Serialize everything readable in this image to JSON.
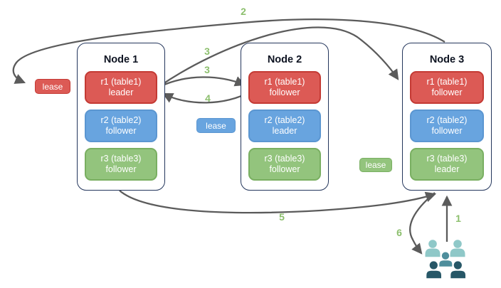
{
  "nodes": [
    {
      "title": "Node 1",
      "replicas": [
        {
          "name": "r1 (table1)",
          "role": "leader",
          "color": "red"
        },
        {
          "name": "r2 (table2)",
          "role": "follower",
          "color": "blue"
        },
        {
          "name": "r3 (table3)",
          "role": "follower",
          "color": "green"
        }
      ]
    },
    {
      "title": "Node 2",
      "replicas": [
        {
          "name": "r1 (table1)",
          "role": "follower",
          "color": "red"
        },
        {
          "name": "r2 (table2)",
          "role": "leader",
          "color": "blue"
        },
        {
          "name": "r3 (table3)",
          "role": "follower",
          "color": "green"
        }
      ]
    },
    {
      "title": "Node 3",
      "replicas": [
        {
          "name": "r1 (table1)",
          "role": "follower",
          "color": "red"
        },
        {
          "name": "r2 (table2)",
          "role": "follower",
          "color": "blue"
        },
        {
          "name": "r3 (table3)",
          "role": "leader",
          "color": "green"
        }
      ]
    }
  ],
  "leases": {
    "table1": {
      "label": "lease",
      "color": "#dc5a55"
    },
    "table2": {
      "label": "lease",
      "color": "#68a4df"
    },
    "table3": {
      "label": "lease",
      "color": "#93c47d"
    }
  },
  "steps": {
    "s1": "1",
    "s2": "2",
    "s3a": "3",
    "s3b": "3",
    "s4": "4",
    "s5": "5",
    "s6": "6"
  },
  "icons": {
    "users_group": "users-group-icon"
  },
  "colors": {
    "replica_red": "#dc5a55",
    "replica_red_border": "#c43a34",
    "replica_blue": "#68a4df",
    "replica_blue_border": "#5b96d1",
    "replica_green": "#93c47d",
    "replica_green_border": "#79af61",
    "node_border": "#24365c",
    "arrow": "#5b5b5b",
    "step_label": "#8cbf6d",
    "users_light": "#8fc8c8",
    "users_medium": "#4e8e9c",
    "users_dark": "#275767"
  }
}
